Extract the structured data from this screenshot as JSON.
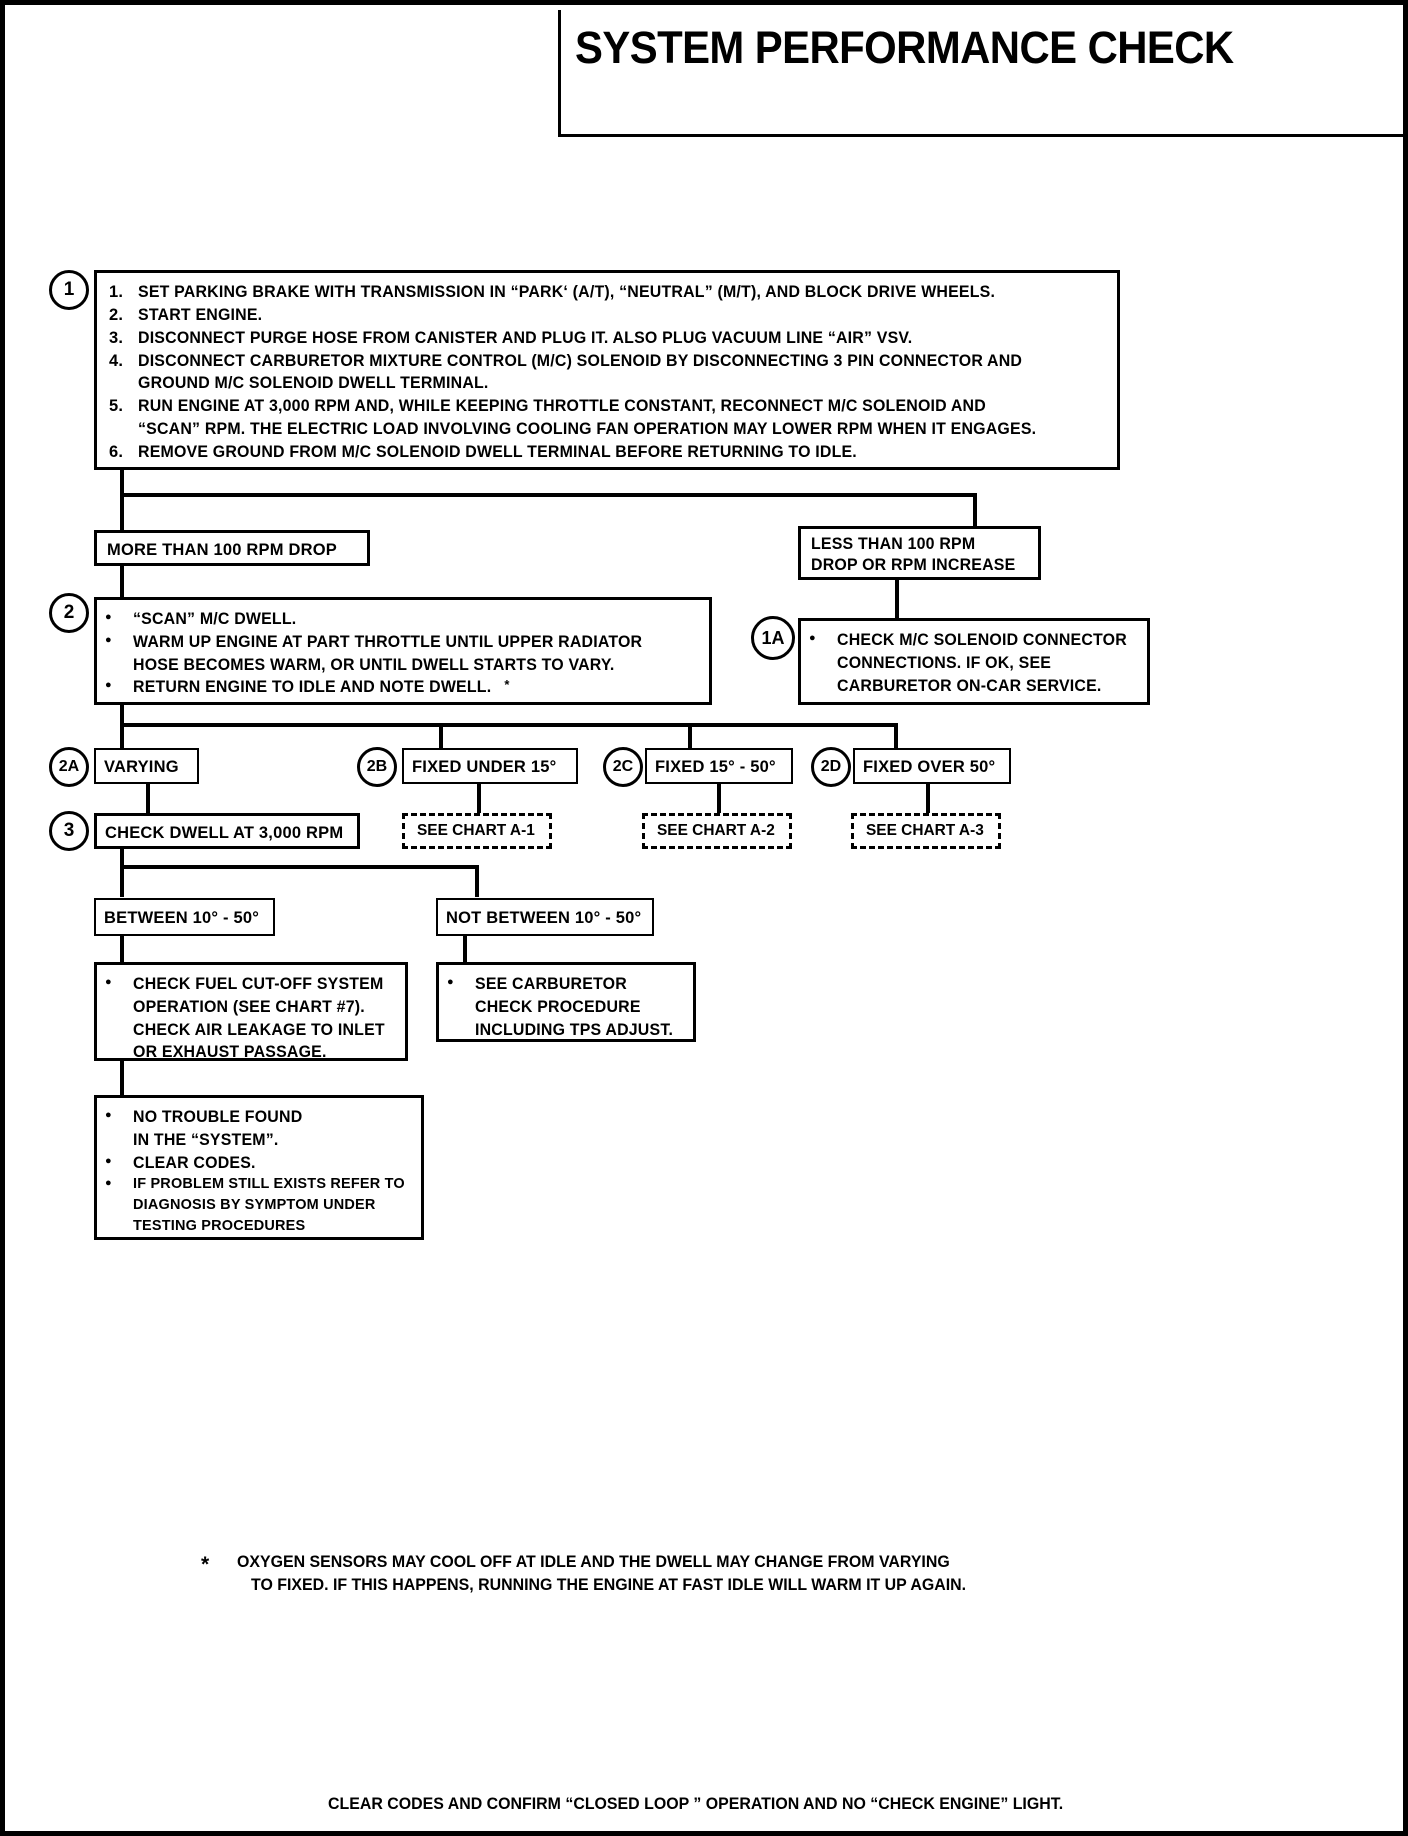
{
  "title": "SYSTEM PERFORMANCE CHECK",
  "step1": {
    "badge": "1",
    "items": [
      {
        "num": "1.",
        "lines": [
          "SET PARKING BRAKE WITH TRANSMISSION IN “PARK‘ (A/T), “NEUTRAL” (M/T), AND BLOCK DRIVE WHEELS."
        ]
      },
      {
        "num": "2.",
        "lines": [
          "START ENGINE."
        ]
      },
      {
        "num": "3.",
        "lines": [
          "DISCONNECT PURGE HOSE FROM CANISTER AND PLUG IT.  ALSO PLUG VACUUM LINE “AIR” VSV."
        ]
      },
      {
        "num": "4.",
        "lines": [
          "DISCONNECT CARBURETOR MIXTURE CONTROL (M/C) SOLENOID BY DISCONNECTING 3 PIN CONNECTOR AND",
          "GROUND M/C SOLENOID DWELL TERMINAL."
        ]
      },
      {
        "num": "5.",
        "lines": [
          "RUN ENGINE AT 3,000 RPM AND, WHILE KEEPING THROTTLE CONSTANT, RECONNECT M/C SOLENOID AND",
          "“SCAN” RPM.  THE ELECTRIC LOAD INVOLVING COOLING FAN OPERATION MAY LOWER RPM WHEN IT ENGAGES."
        ]
      },
      {
        "num": "6.",
        "lines": [
          "REMOVE GROUND FROM M/C SOLENOID DWELL TERMINAL BEFORE RETURNING TO IDLE."
        ]
      }
    ]
  },
  "branch_left_label": "MORE THAN 100 RPM DROP",
  "branch_right_label_l1": "LESS THAN 100 RPM",
  "branch_right_label_l2": "DROP OR RPM INCREASE",
  "step2": {
    "badge": "2",
    "bullets": [
      [
        "“SCAN” M/C DWELL."
      ],
      [
        "WARM UP ENGINE AT PART THROTTLE UNTIL UPPER RADIATOR",
        "HOSE BECOMES WARM, OR UNTIL DWELL STARTS TO VARY."
      ],
      [
        "RETURN ENGINE TO IDLE AND NOTE DWELL."
      ]
    ],
    "footnote_marker": "*"
  },
  "step1a": {
    "badge": "1A",
    "bullets": [
      [
        "CHECK M/C SOLENOID CONNECTOR",
        "CONNECTIONS. IF OK, SEE",
        "CARBURETOR ON-CAR SERVICE."
      ]
    ]
  },
  "dwell_row": [
    {
      "badge": "2A",
      "label": "VARYING"
    },
    {
      "badge": "2B",
      "label": "FIXED UNDER 15°"
    },
    {
      "badge": "2C",
      "label": "FIXED 15° - 50°"
    },
    {
      "badge": "2D",
      "label": "FIXED OVER 50°"
    }
  ],
  "step3": {
    "badge": "3",
    "label": "CHECK DWELL AT 3,000 RPM"
  },
  "charts": [
    {
      "label": "SEE CHART A-1"
    },
    {
      "label": "SEE CHART A-2"
    },
    {
      "label": "SEE CHART A-3"
    }
  ],
  "between_label": "BETWEEN 10° - 50°",
  "not_between_label": "NOT BETWEEN 10° - 50°",
  "fuel_cutoff": {
    "bullets": [
      [
        "CHECK FUEL CUT-OFF SYSTEM",
        "OPERATION (SEE CHART #7).",
        "CHECK AIR LEAKAGE TO INLET",
        "OR EXHAUST PASSAGE."
      ]
    ]
  },
  "carb_check": {
    "bullets": [
      [
        "SEE CARBURETOR",
        "CHECK PROCEDURE",
        "INCLUDING TPS ADJUST."
      ]
    ]
  },
  "no_trouble": {
    "bullets": [
      [
        "NO TROUBLE FOUND",
        "IN THE “SYSTEM”."
      ],
      [
        "CLEAR CODES."
      ],
      [
        "IF PROBLEM STILL EXISTS REFER TO",
        "DIAGNOSIS BY SYMPTOM UNDER",
        "TESTING PROCEDURES"
      ]
    ]
  },
  "footnote": {
    "marker": "*",
    "lines": [
      "OXYGEN SENSORS MAY COOL OFF AT IDLE AND THE DWELL MAY CHANGE FROM VARYING",
      "TO FIXED.  IF THIS HAPPENS, RUNNING THE ENGINE AT FAST IDLE WILL WARM IT UP AGAIN."
    ]
  },
  "bottom_note": "CLEAR CODES AND CONFIRM “CLOSED LOOP ” OPERATION AND NO “CHECK ENGINE” LIGHT."
}
